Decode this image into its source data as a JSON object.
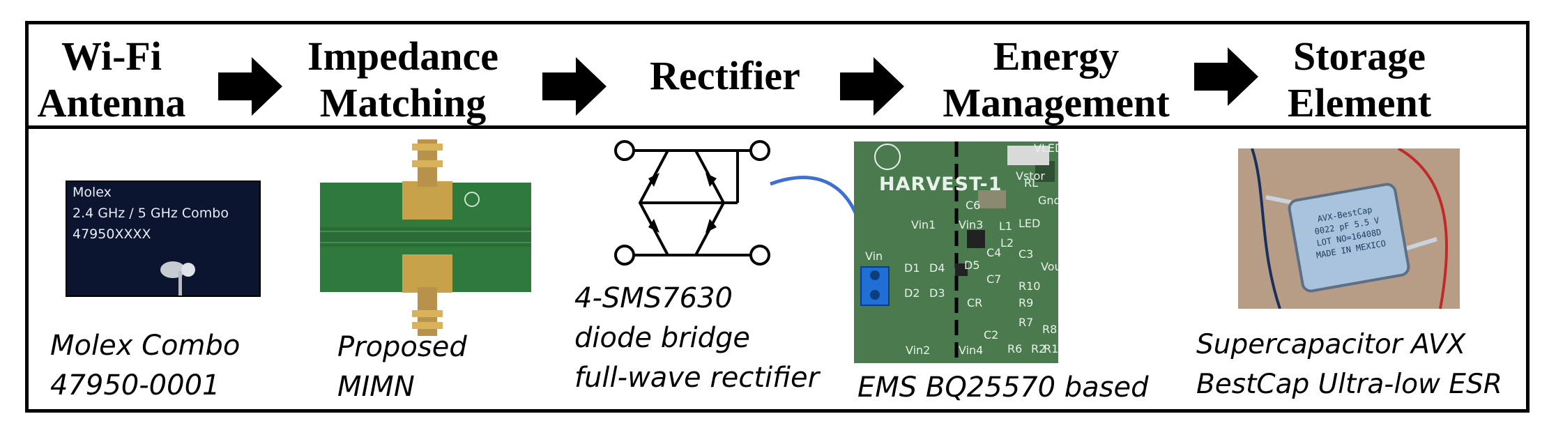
{
  "stages": [
    {
      "title_lines": [
        "Wi-Fi",
        "Antenna"
      ],
      "caption_lines": [
        "Molex Combo",
        "47950-0001"
      ]
    },
    {
      "title_lines": [
        "Impedance",
        "Matching"
      ],
      "caption_lines": [
        "Proposed",
        "MIMN"
      ]
    },
    {
      "title_lines": [
        "Rectifier"
      ],
      "caption_lines": [
        "4-SMS7630",
        "diode bridge",
        "full-wave rectifier"
      ]
    },
    {
      "title_lines": [
        "Energy",
        "Management"
      ],
      "caption_lines": [
        "EMS BQ25570 based"
      ]
    },
    {
      "title_lines": [
        "Storage",
        "Element"
      ],
      "caption_lines": [
        "Supercapacitor AVX",
        "BestCap Ultra-low ESR"
      ]
    }
  ],
  "antenna_photo": {
    "text_lines": [
      "Molex",
      "2.4 GHz / 5 GHz Combo",
      "47950XXXX"
    ]
  },
  "ems_photo": {
    "board_name": "HARVEST-1",
    "labels": [
      "Vin1",
      "Vin3",
      "Vin",
      "Vin2",
      "Vin4",
      "Vstor",
      "VLED",
      "LED",
      "RL",
      "Vout",
      "L1",
      "L2",
      "C3",
      "C4",
      "C6",
      "C7",
      "C2",
      "CR",
      "R10",
      "R9",
      "R7",
      "R2",
      "R1",
      "R6",
      "R8",
      "D1",
      "D2",
      "D3",
      "D4",
      "D5",
      "Gnd"
    ]
  },
  "supercap_photo": {
    "text_lines": [
      "AVX-BestCap",
      "0022 pF 5.5 V",
      "LOT NO=16408D",
      "MADE IN MEXICO"
    ]
  },
  "colors": {
    "border": "#000000",
    "arrow": "#000000",
    "highlight_arrow": "#3f6fd1"
  }
}
